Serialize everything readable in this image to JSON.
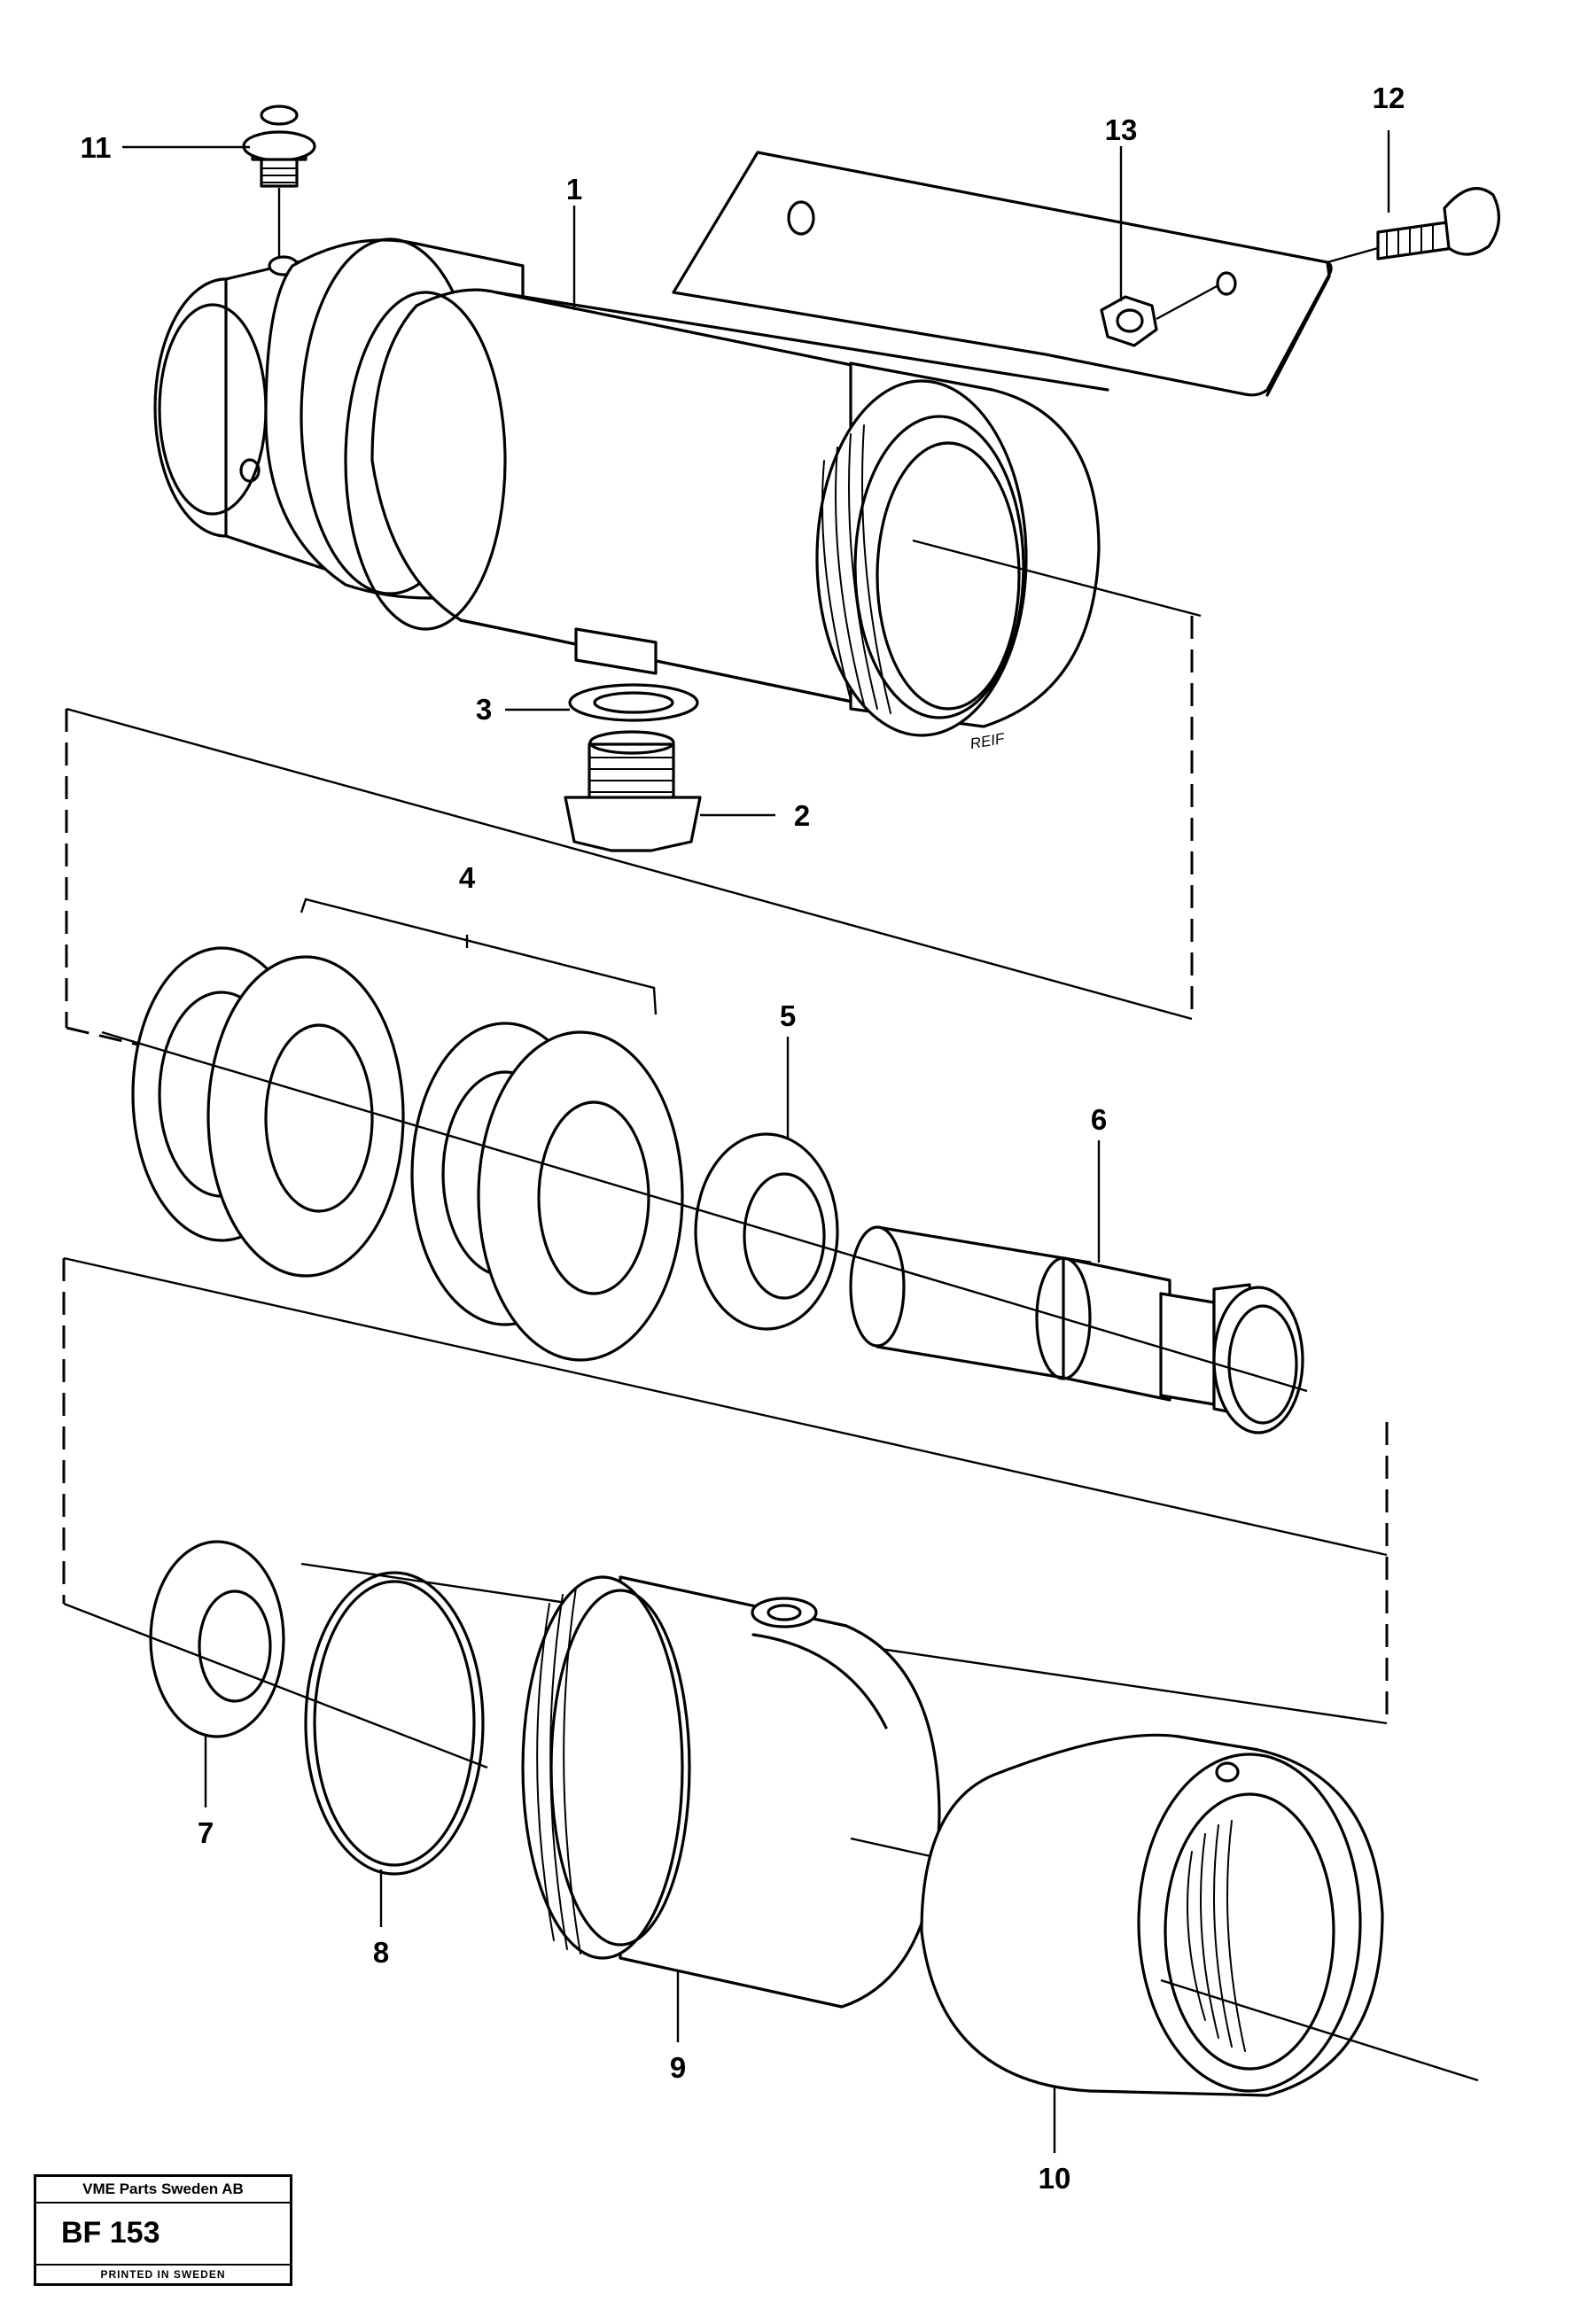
{
  "diagram": {
    "parts": [
      {
        "num": "1"
      },
      {
        "num": "2"
      },
      {
        "num": "3"
      },
      {
        "num": "4"
      },
      {
        "num": "5"
      },
      {
        "num": "6"
      },
      {
        "num": "7"
      },
      {
        "num": "8"
      },
      {
        "num": "9"
      },
      {
        "num": "10"
      },
      {
        "num": "11"
      },
      {
        "num": "12"
      },
      {
        "num": "13"
      }
    ],
    "drawing_mark": "REIF"
  },
  "stamp": {
    "company": "VME Parts Sweden AB",
    "code": "BF 153",
    "printed": "PRINTED IN SWEDEN"
  }
}
